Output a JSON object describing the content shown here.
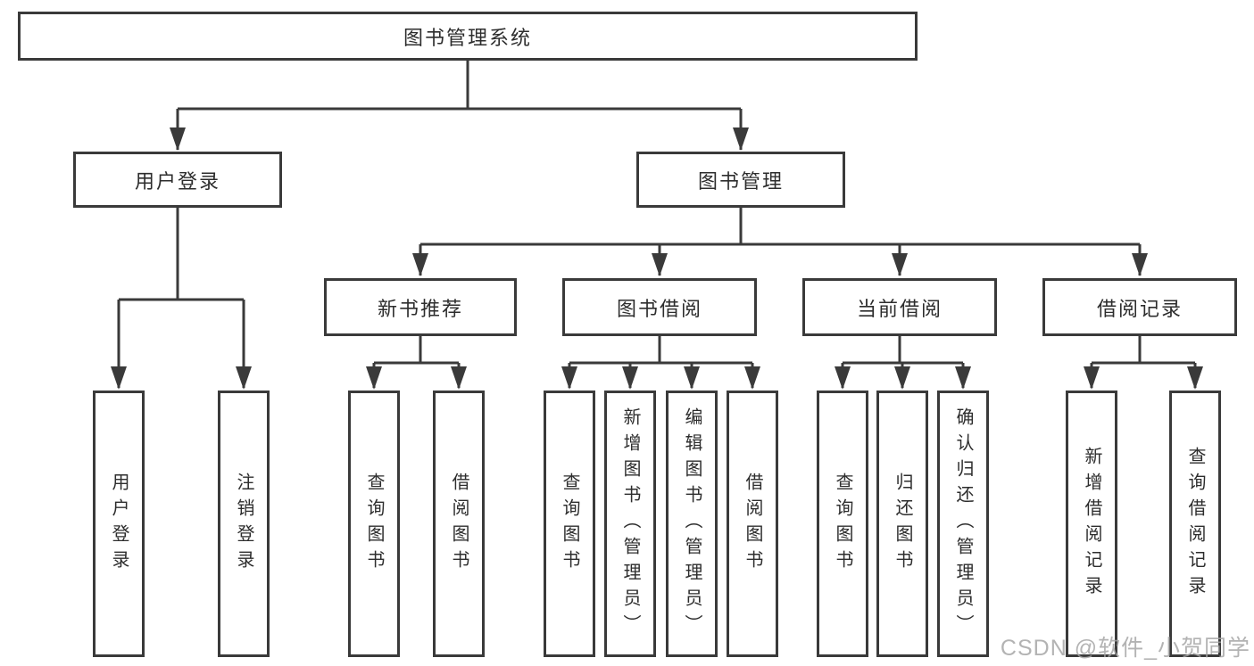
{
  "tree": {
    "root": "图书管理系统",
    "branches": [
      {
        "label": "用户登录",
        "children": [
          "用户登录",
          "注销登录"
        ]
      },
      {
        "label": "图书管理",
        "groups": [
          {
            "label": "新书推荐",
            "children": [
              "查询图书",
              "借阅图书"
            ]
          },
          {
            "label": "图书借阅",
            "children": [
              "查询图书",
              "新增图书（管理员）",
              "编辑图书（管理员）",
              "借阅图书"
            ]
          },
          {
            "label": "当前借阅",
            "children": [
              "查询图书",
              "归还图书",
              "确认归还（管理员）"
            ]
          },
          {
            "label": "借阅记录",
            "children": [
              "新增借阅记录",
              "查询借阅记录"
            ]
          }
        ]
      }
    ]
  },
  "watermark": {
    "text": "CSDN @软件_小贺同学"
  },
  "colors": {
    "line": "#3a3a3a",
    "text": "#2d2d2d",
    "box_background": "#ffffff",
    "watermark": "#a3a3a3",
    "background": "#ffffff"
  }
}
